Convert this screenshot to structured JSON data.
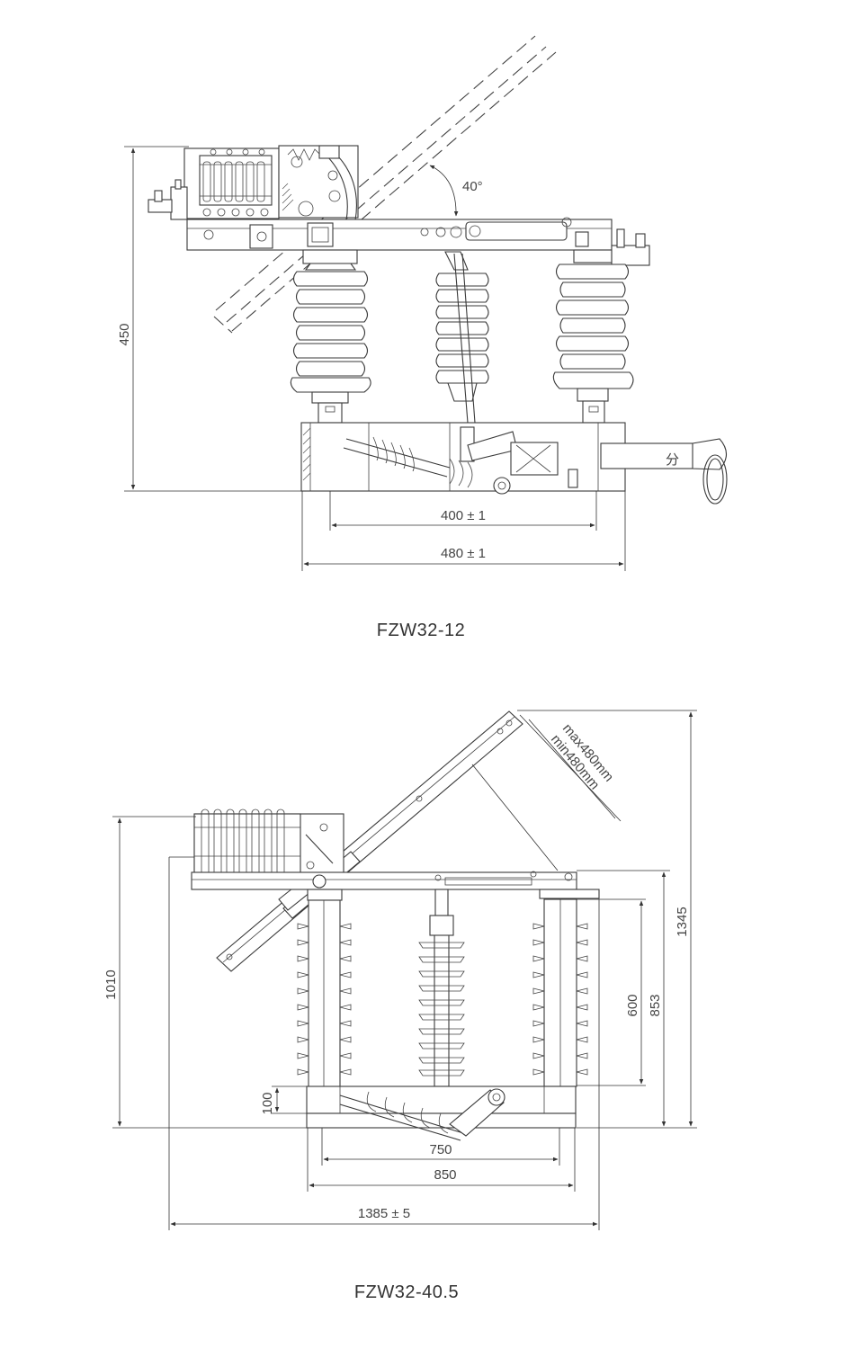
{
  "drawing1": {
    "caption": "FZW32-12",
    "angle_label": "40°",
    "height_label": "450",
    "inner_width_label": "400 ± 1",
    "outer_width_label": "480 ± 1",
    "handle_label": "分"
  },
  "drawing2": {
    "caption": "FZW32-40.5",
    "blade_max_label": "max480mm",
    "blade_min_label": "min480mm",
    "height_total_label": "1345",
    "height_left_label": "1010",
    "height_853_label": "853",
    "height_600_label": "600",
    "base_height_label": "100",
    "width_750_label": "750",
    "width_850_label": "850",
    "width_total_label": "1385 ± 5"
  }
}
